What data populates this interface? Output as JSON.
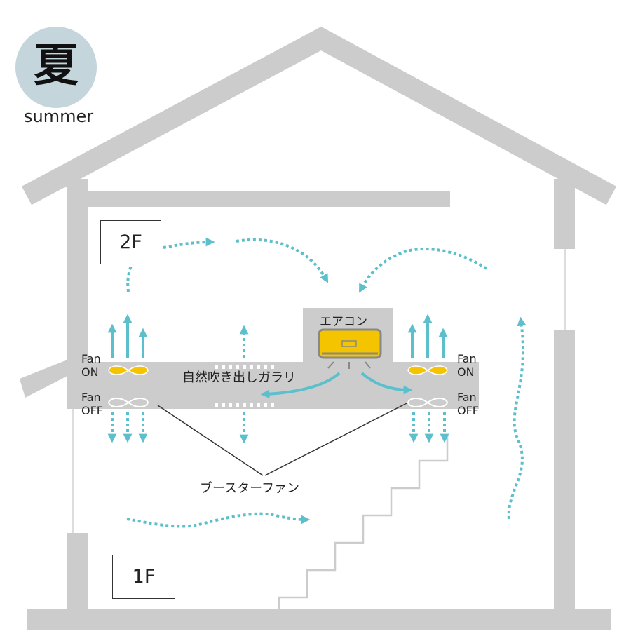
{
  "season": {
    "kanji": "夏",
    "english": "summer"
  },
  "floors": {
    "upper": "2F",
    "lower": "1F"
  },
  "labels": {
    "aircon": "エアコン",
    "grille": "自然吹き出しガラリ",
    "booster_fan": "ブースターファン",
    "fan_on_left": [
      "Fan",
      "ON"
    ],
    "fan_off_left": [
      "Fan",
      "OFF"
    ],
    "fan_on_right": [
      "Fan",
      "ON"
    ],
    "fan_off_right": [
      "Fan",
      "OFF"
    ]
  },
  "colors": {
    "wall": "#cccccc",
    "airflow": "#5bbfcc",
    "aircon_body": "#f5c400",
    "fan_on": "#f5c400",
    "badge": "#c5d5dc",
    "line": "#333333"
  },
  "icons": [
    "aircon-icon",
    "fan-icon",
    "arrow-icon"
  ]
}
